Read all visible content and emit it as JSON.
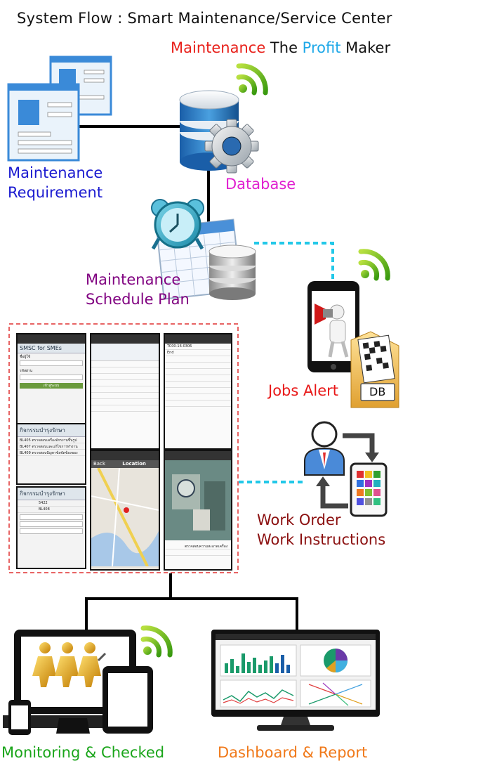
{
  "title": "System Flow  : Smart Maintenance/Service Center",
  "subtitle": {
    "w1": "Maintenance",
    "w2": " The ",
    "w3": "Profit",
    "w4": " Maker",
    "c1": "#e8201a",
    "c2": "#111111",
    "c3": "#1ea8e8",
    "c4": "#111111"
  },
  "labels": {
    "maintenance_requirement": [
      "Maintenance",
      "Requirement"
    ],
    "database": "Database",
    "schedule_plan": [
      "Maintenance",
      "Schedule Plan"
    ],
    "jobs_alert": "Jobs Alert",
    "db_folder": "DB",
    "work_order": [
      "Work Order",
      "Work Instructions"
    ],
    "monitoring": "Monitoring & Checked",
    "dashboard": "Dashboard & Report"
  },
  "colors": {
    "requirement": "#1a1ad0",
    "database": "#e020d0",
    "schedule": "#800080",
    "jobs_alert": "#e81818",
    "work_order": "#8b1010",
    "monitoring": "#1aa51a",
    "dashboard": "#f07818",
    "connector": "#000000",
    "dashed_link": "#22c8e8",
    "phones_frame": "#e03030"
  },
  "screens": {
    "s1_title": "SMSC for SMEs",
    "s1_f1": "ชื่อผู้ใช้",
    "s1_f2": "รหัสผ่าน",
    "s1_btn": "เข้าสู่ระบบ",
    "s2_title": "กิจกรรมบำรุงรักษา",
    "s2_r1": "BL405 ตรวจสอบเครื่องจักรงานขึ้นรูปพลาสติก",
    "s2_r2": "BL407 ตรวจสอบและแก้ไขการทำงานของเครื่อง",
    "s2_r3": "BL409 ตรวจสอบปัญหาข้อขัดข้องของเครื่อง",
    "s3_title": "กิจกรรมบำรุงรักษา",
    "s3_id": "5422",
    "s3_code": "BL408",
    "s4_title": "Location",
    "s4_back": "Back",
    "s5_code": "TC00-16-0306",
    "s5_end": "End",
    "s6_row": "ตรวจสอบความสะอาดเครื่อง"
  },
  "icons": [
    "wifi-icon",
    "database-icon",
    "gear-icon",
    "alarm-clock-icon",
    "calendar-icon",
    "megaphone-icon",
    "folder-icon",
    "person-icon",
    "tablet-icon",
    "monitor-icon",
    "laptop-icon",
    "phone-icon"
  ]
}
